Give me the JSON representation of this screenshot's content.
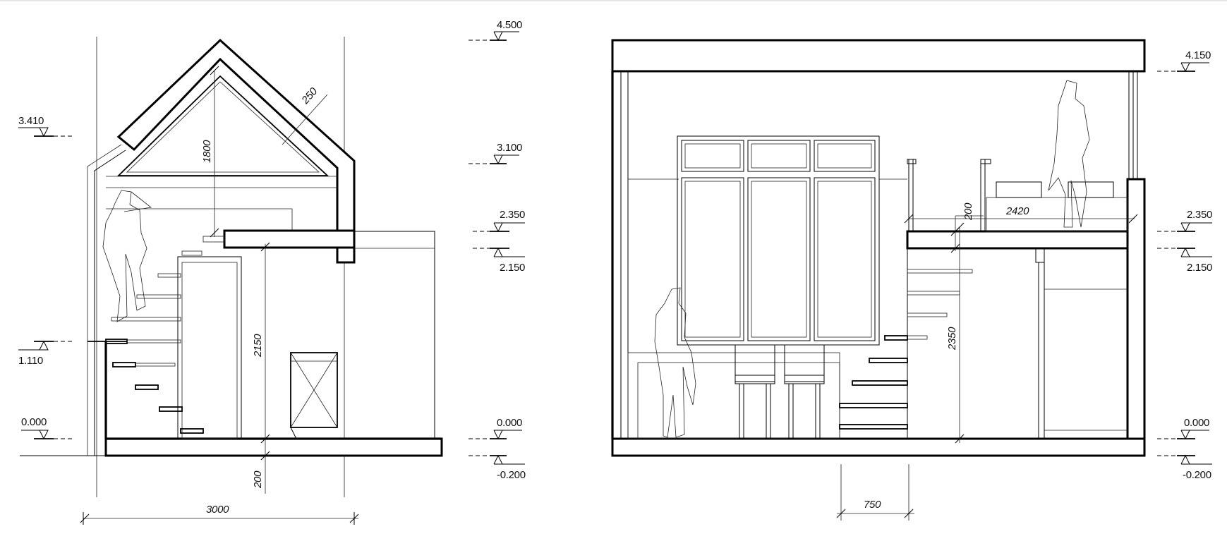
{
  "section_left": {
    "dimensions": {
      "roof_thickness": "250",
      "attic_height": "1800",
      "door_height": "2150",
      "floor_thickness": "200",
      "width": "3000"
    },
    "levels": {
      "roof_top": "4.500",
      "left_high": "3.410",
      "ridge_inner": "3.100",
      "mezz_top": "2.350",
      "mezz_bottom": "2.150",
      "step": "1.110",
      "floor_left": "0.000",
      "floor_right": "0.000",
      "base": "-0.200"
    }
  },
  "section_right": {
    "dimensions": {
      "mezz_thickness": "200",
      "loft_length": "2420",
      "under_loft_height": "2350",
      "stair_width": "750"
    },
    "levels": {
      "roof_top": "4.150",
      "mezz_top": "2.350",
      "mezz_bottom": "2.150",
      "floor": "0.000",
      "base": "-0.200"
    }
  }
}
